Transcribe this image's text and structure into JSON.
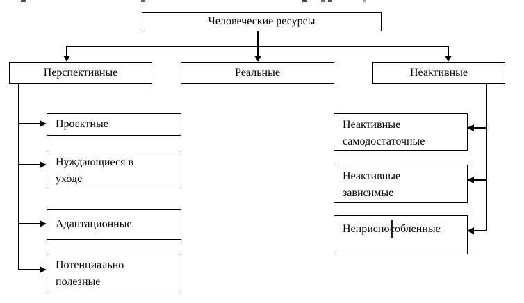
{
  "diagram": {
    "root": {
      "label": "Человеческие ресурсы"
    },
    "categories": [
      {
        "label": "Перспективные"
      },
      {
        "label": "Реальные"
      },
      {
        "label": "Неактивные"
      }
    ],
    "perspective_children": [
      {
        "label": "Проектные"
      },
      {
        "label": "Нуждающиеся в\nуходе"
      },
      {
        "label": "Адаптационные"
      },
      {
        "label": "Потенциально\nполезные"
      }
    ],
    "inactive_children": [
      {
        "label": "Неактивные\nсамодостаточные"
      },
      {
        "label": "Неактивные\nзависимые"
      },
      {
        "label": "Неприспособленные"
      }
    ],
    "colors": {
      "line": "#000000",
      "box_border": "#000000",
      "box_fill": "#ffffff",
      "background": "#ffffff",
      "text": "#000000"
    }
  }
}
